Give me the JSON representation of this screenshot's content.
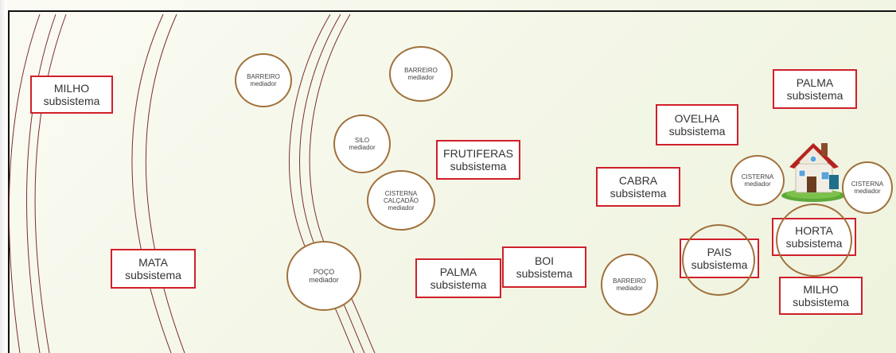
{
  "nodes": {
    "milho_left": {
      "name": "MILHO",
      "role": "subsistema"
    },
    "mata": {
      "name": "MATA",
      "role": "subsistema"
    },
    "barreiro_1": {
      "name": "BARREIRO",
      "role": "mediador"
    },
    "barreiro_2": {
      "name": "BARREIRO",
      "role": "mediador"
    },
    "silo": {
      "name": "SILO",
      "role": "mediador"
    },
    "cisterna_calcadao": {
      "name_1": "CISTERNA",
      "name_2": "CALÇADÃO",
      "role": "mediador"
    },
    "poco": {
      "name": "POÇO",
      "role": "mediador"
    },
    "frutiferas": {
      "name": "FRUTIFERAS",
      "role": "subsistema"
    },
    "palma_center": {
      "name": "PALMA",
      "role": "subsistema"
    },
    "boi": {
      "name": "BOI",
      "role": "subsistema"
    },
    "barreiro_3": {
      "name": "BARREIRO",
      "role": "mediador"
    },
    "cabra": {
      "name": "CABRA",
      "role": "subsistema"
    },
    "ovelha": {
      "name": "OVELHA",
      "role": "subsistema"
    },
    "palma_right": {
      "name": "PALMA",
      "role": "subsistema"
    },
    "cisterna_left": {
      "name": "CISTERNA",
      "role": "mediador"
    },
    "cisterna_right": {
      "name": "CISTERNA",
      "role": "mediador"
    },
    "horta": {
      "name": "HORTA",
      "role": "subsistema"
    },
    "pais": {
      "name": "PAIS",
      "role": "subsistema"
    },
    "milho_right": {
      "name": "MILHO",
      "role": "subsistema"
    }
  },
  "colors": {
    "subsystem_border": "#d0202a",
    "mediator_border": "#a0713c",
    "curve_stroke": "#7a2e2e"
  },
  "icons": {
    "house": "house-icon"
  }
}
